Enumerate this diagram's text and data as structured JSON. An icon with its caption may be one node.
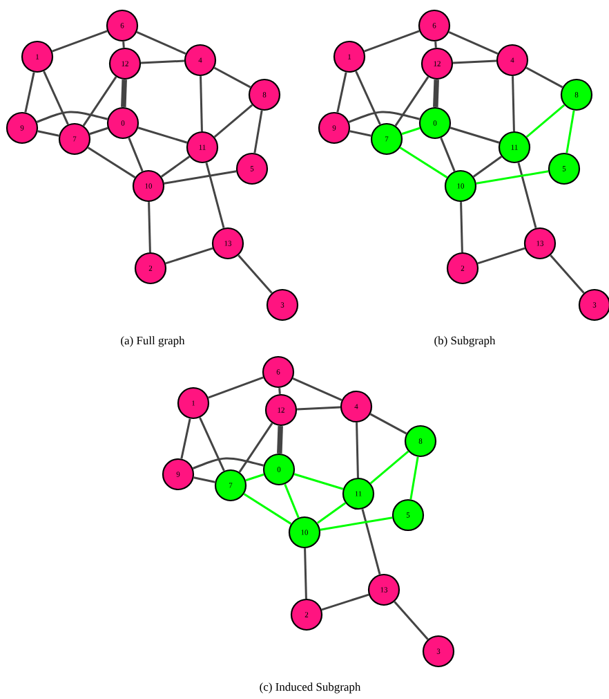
{
  "diagram": {
    "nodes": [
      {
        "text": [
          "0"
        ]
      },
      {
        "text": [
          "1"
        ]
      },
      {
        "text": [
          "2"
        ]
      },
      {
        "text": [
          "3"
        ]
      },
      {
        "text": [
          "4"
        ]
      },
      {
        "text": [
          "5"
        ]
      },
      {
        "text": [
          "6"
        ]
      },
      {
        "text": [
          "7"
        ]
      },
      {
        "text": [
          "8"
        ]
      },
      {
        "text": [
          "9"
        ]
      },
      {
        "text": [
          "10"
        ]
      },
      {
        "text": [
          "11"
        ]
      },
      {
        "text": [
          "12"
        ]
      },
      {
        "text": [
          "13"
        ]
      },
      {
        "text": [
          "0"
        ]
      },
      {
        "text": [
          "1"
        ]
      },
      {
        "text": [
          "2"
        ]
      },
      {
        "text": [
          "3"
        ]
      },
      {
        "text": [
          "4"
        ]
      },
      {
        "text": [
          "5"
        ]
      },
      {
        "text": [
          "6"
        ]
      },
      {
        "text": [
          "7"
        ]
      },
      {
        "text": [
          "8"
        ]
      },
      {
        "text": [
          "9"
        ]
      },
      {
        "text": [
          "10"
        ]
      },
      {
        "text": [
          "11"
        ]
      },
      {
        "text": [
          "12"
        ]
      },
      {
        "text": [
          "13"
        ]
      },
      {
        "text": [
          "0"
        ]
      },
      {
        "text": [
          "1"
        ]
      },
      {
        "text": [
          "2"
        ]
      },
      {
        "text": [
          "3"
        ]
      },
      {
        "text": [
          "4"
        ]
      },
      {
        "text": [
          "5"
        ]
      },
      {
        "text": [
          "6"
        ]
      },
      {
        "text": [
          "7"
        ]
      },
      {
        "text": [
          "8"
        ]
      },
      {
        "text": [
          "9"
        ]
      },
      {
        "text": [
          "10"
        ]
      },
      {
        "text": [
          "11"
        ]
      },
      {
        "text": [
          "12"
        ]
      },
      {
        "text": [
          "13"
        ]
      }
    ],
    "edges": [
      {
        "from": 1,
        "to": 6,
        "arrow": "none"
      },
      {
        "from": 6,
        "to": 12,
        "arrow": "none"
      },
      {
        "from": 6,
        "to": 4,
        "arrow": "none"
      },
      {
        "from": 12,
        "to": 4,
        "arrow": "none"
      },
      {
        "from": 12,
        "to": 0,
        "arrow": "none",
        "style": "thick"
      },
      {
        "from": 12,
        "to": 7,
        "arrow": "none"
      },
      {
        "from": 1,
        "to": 9,
        "arrow": "none"
      },
      {
        "from": 1,
        "to": 7,
        "arrow": "none"
      },
      {
        "from": 9,
        "to": 0,
        "arrow": "none"
      },
      {
        "from": 9,
        "to": 7,
        "arrow": "none"
      },
      {
        "from": 7,
        "to": 0,
        "arrow": "none"
      },
      {
        "from": 7,
        "to": 10,
        "arrow": "none"
      },
      {
        "from": 0,
        "to": 10,
        "arrow": "none"
      },
      {
        "from": 0,
        "to": 11,
        "arrow": "none"
      },
      {
        "from": 4,
        "to": 11,
        "arrow": "none"
      },
      {
        "from": 4,
        "to": 8,
        "arrow": "none"
      },
      {
        "from": 8,
        "to": 11,
        "arrow": "none"
      },
      {
        "from": 8,
        "to": 5,
        "arrow": "none"
      },
      {
        "from": 11,
        "to": 10,
        "arrow": "none"
      },
      {
        "from": 11,
        "to": 13,
        "arrow": "none"
      },
      {
        "from": 10,
        "to": 5,
        "arrow": "none"
      },
      {
        "from": 10,
        "to": 2,
        "arrow": "none"
      },
      {
        "from": 2,
        "to": 13,
        "arrow": "none"
      },
      {
        "from": 13,
        "to": 3,
        "arrow": "none"
      },
      {
        "from": 15,
        "to": 20,
        "arrow": "none"
      },
      {
        "from": 20,
        "to": 26,
        "arrow": "none"
      },
      {
        "from": 20,
        "to": 18,
        "arrow": "none"
      },
      {
        "from": 26,
        "to": 18,
        "arrow": "none"
      },
      {
        "from": 26,
        "to": 14,
        "arrow": "none",
        "style": "thick"
      },
      {
        "from": 26,
        "to": 21,
        "arrow": "none"
      },
      {
        "from": 15,
        "to": 23,
        "arrow": "none"
      },
      {
        "from": 15,
        "to": 21,
        "arrow": "none"
      },
      {
        "from": 23,
        "to": 14,
        "arrow": "none"
      },
      {
        "from": 23,
        "to": 21,
        "arrow": "none"
      },
      {
        "from": 21,
        "to": 14,
        "arrow": "none",
        "color": "#00ff00"
      },
      {
        "from": 21,
        "to": 24,
        "arrow": "none",
        "color": "#00ff00"
      },
      {
        "from": 14,
        "to": 24,
        "arrow": "none"
      },
      {
        "from": 14,
        "to": 25,
        "arrow": "none"
      },
      {
        "from": 18,
        "to": 25,
        "arrow": "none"
      },
      {
        "from": 18,
        "to": 22,
        "arrow": "none"
      },
      {
        "from": 22,
        "to": 25,
        "arrow": "none",
        "color": "#00ff00"
      },
      {
        "from": 22,
        "to": 19,
        "arrow": "none",
        "color": "#00ff00"
      },
      {
        "from": 25,
        "to": 24,
        "arrow": "none"
      },
      {
        "from": 25,
        "to": 27,
        "arrow": "none"
      },
      {
        "from": 24,
        "to": 19,
        "arrow": "none",
        "color": "#00ff00"
      },
      {
        "from": 24,
        "to": 16,
        "arrow": "none"
      },
      {
        "from": 16,
        "to": 27,
        "arrow": "none"
      },
      {
        "from": 27,
        "to": 17,
        "arrow": "none"
      },
      {
        "from": 29,
        "to": 34,
        "arrow": "none"
      },
      {
        "from": 34,
        "to": 40,
        "arrow": "none"
      },
      {
        "from": 34,
        "to": 32,
        "arrow": "none"
      },
      {
        "from": 40,
        "to": 32,
        "arrow": "none"
      },
      {
        "from": 40,
        "to": 28,
        "arrow": "none",
        "style": "thick"
      },
      {
        "from": 40,
        "to": 35,
        "arrow": "none"
      },
      {
        "from": 29,
        "to": 37,
        "arrow": "none"
      },
      {
        "from": 29,
        "to": 35,
        "arrow": "none"
      },
      {
        "from": 37,
        "to": 28,
        "arrow": "none"
      },
      {
        "from": 37,
        "to": 35,
        "arrow": "none"
      },
      {
        "from": 35,
        "to": 28,
        "arrow": "none",
        "color": "#00ff00"
      },
      {
        "from": 35,
        "to": 38,
        "arrow": "none",
        "color": "#00ff00"
      },
      {
        "from": 28,
        "to": 38,
        "arrow": "none",
        "color": "#00ff00"
      },
      {
        "from": 28,
        "to": 39,
        "arrow": "none",
        "color": "#00ff00"
      },
      {
        "from": 32,
        "to": 39,
        "arrow": "none"
      },
      {
        "from": 32,
        "to": 36,
        "arrow": "none"
      },
      {
        "from": 36,
        "to": 39,
        "arrow": "none",
        "color": "#00ff00"
      },
      {
        "from": 36,
        "to": 33,
        "arrow": "none",
        "color": "#00ff00"
      },
      {
        "from": 39,
        "to": 38,
        "arrow": "none",
        "color": "#00ff00"
      },
      {
        "from": 39,
        "to": 41,
        "arrow": "none"
      },
      {
        "from": 38,
        "to": 33,
        "arrow": "none",
        "color": "#00ff00"
      },
      {
        "from": 38,
        "to": 30,
        "arrow": "none"
      },
      {
        "from": 30,
        "to": 41,
        "arrow": "none"
      },
      {
        "from": 41,
        "to": 31,
        "arrow": "none"
      }
    ],
    "labels": [
      "(a) Full graph",
      "(b) Subgraph",
      "(c) Induced Subgraph"
    ]
  }
}
